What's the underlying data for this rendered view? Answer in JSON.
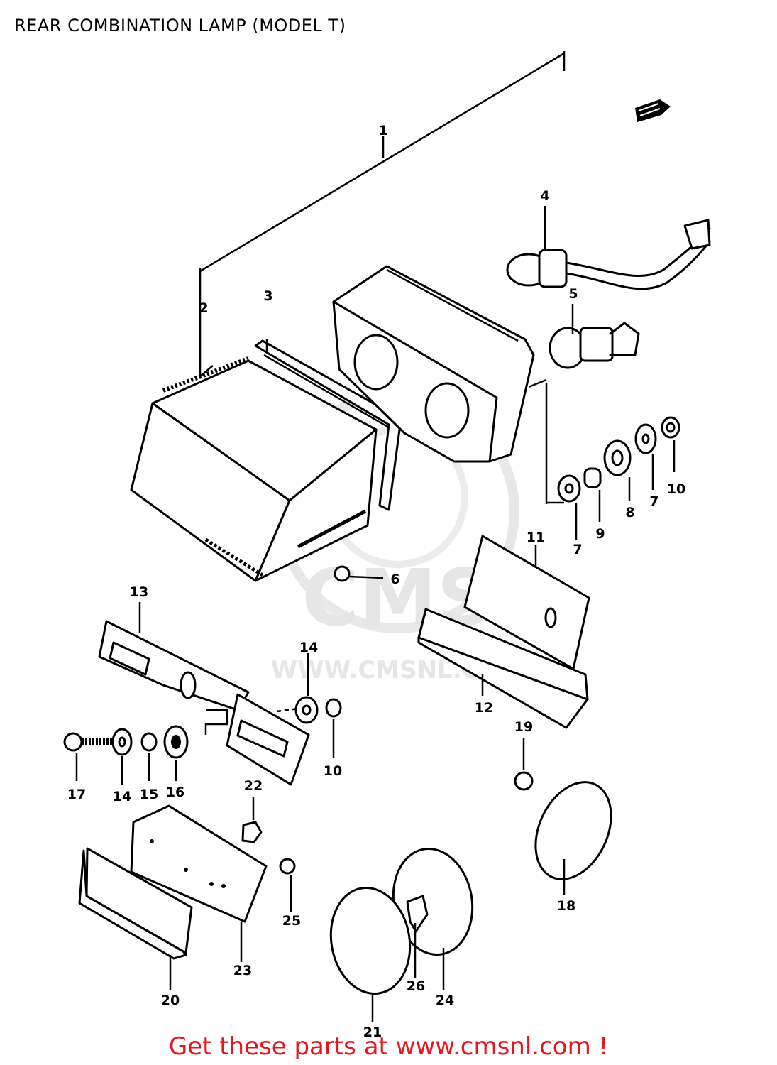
{
  "title": "REAR COMBINATION LAMP (MODEL T)",
  "watermark": {
    "logo_text": "CMS",
    "url_text": "WWW.CMSNL.COM"
  },
  "callouts": {
    "c1": "1",
    "c2": "2",
    "c3": "3",
    "c4": "4",
    "c5": "5",
    "c6": "6",
    "c7a": "7",
    "c7b": "7",
    "c8": "8",
    "c9": "9",
    "c10a": "10",
    "c10b": "10",
    "c11": "11",
    "c12": "12",
    "c13": "13",
    "c14a": "14",
    "c14b": "14",
    "c15": "15",
    "c16": "16",
    "c17": "17",
    "c18": "18",
    "c19": "19",
    "c20": "20",
    "c21": "21",
    "c22": "22",
    "c23": "23",
    "c24": "24",
    "c25": "25",
    "c26": "26"
  },
  "footer": "Get these parts at www.cmsnl.com !",
  "colors": {
    "footer": "#e8141b",
    "lines": "#000000",
    "watermark": "#e6e6e6"
  }
}
